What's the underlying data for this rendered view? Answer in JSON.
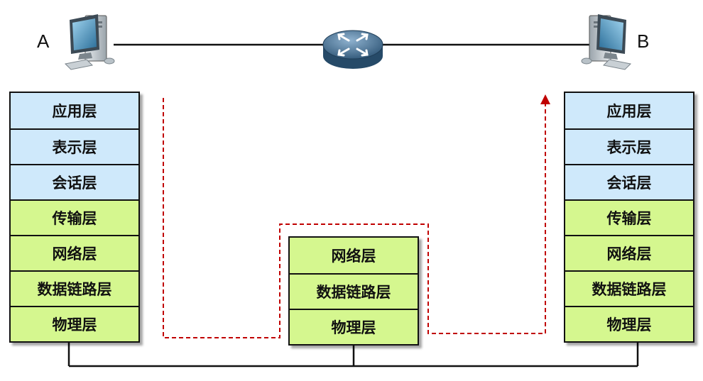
{
  "host_a": {
    "label": "A"
  },
  "host_b": {
    "label": "B"
  },
  "colors": {
    "upper_layer": "#cfe9fb",
    "lower_layer": "#d5f78f",
    "data_path": "#c00000",
    "link": "#111111"
  },
  "stack_a": {
    "layers": [
      {
        "label": "应用层",
        "group": "upper"
      },
      {
        "label": "表示层",
        "group": "upper"
      },
      {
        "label": "会话层",
        "group": "upper"
      },
      {
        "label": "传输层",
        "group": "lower"
      },
      {
        "label": "网络层",
        "group": "lower"
      },
      {
        "label": "数据链路层",
        "group": "lower"
      },
      {
        "label": "物理层",
        "group": "lower"
      }
    ]
  },
  "stack_router": {
    "layers": [
      {
        "label": "网络层",
        "group": "lower"
      },
      {
        "label": "数据链路层",
        "group": "lower"
      },
      {
        "label": "物理层",
        "group": "lower"
      }
    ]
  },
  "stack_b": {
    "layers": [
      {
        "label": "应用层",
        "group": "upper"
      },
      {
        "label": "表示层",
        "group": "upper"
      },
      {
        "label": "会话层",
        "group": "upper"
      },
      {
        "label": "传输层",
        "group": "lower"
      },
      {
        "label": "网络层",
        "group": "lower"
      },
      {
        "label": "数据链路层",
        "group": "lower"
      },
      {
        "label": "物理层",
        "group": "lower"
      }
    ]
  },
  "icons": {
    "host_a": "computer-icon",
    "host_b": "computer-icon",
    "router": "router-icon"
  }
}
